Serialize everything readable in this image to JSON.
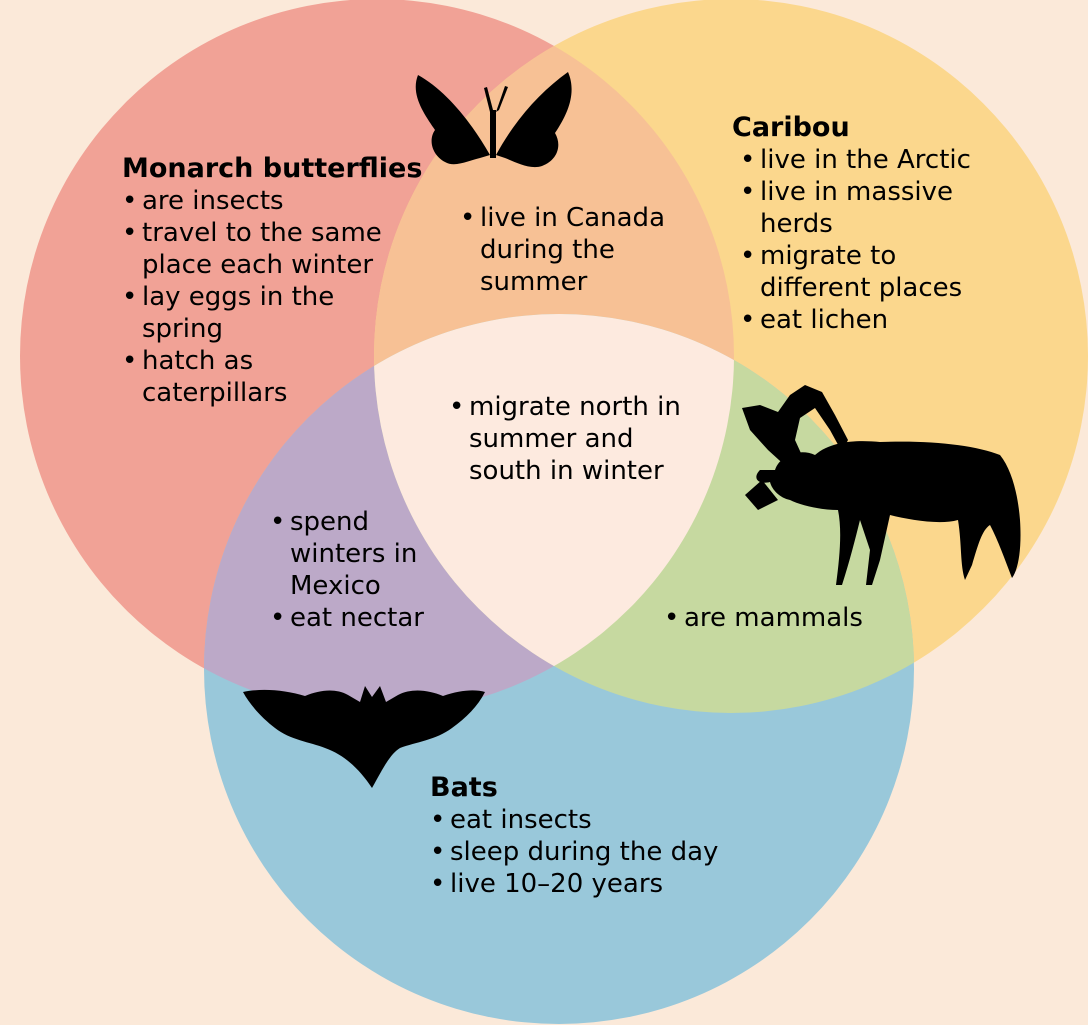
{
  "colors": {
    "background": "#fbe9d9",
    "butterflies": "#f1a296",
    "caribou": "#fbd78d",
    "bats": "#99c8da",
    "butterflies_caribou": "#f7c195",
    "butterflies_bats": "#bca9c8",
    "caribou_bats": "#c6d9a0",
    "center": "#fdeadf"
  },
  "icons": [
    "butterfly-icon",
    "caribou-icon",
    "bat-icon"
  ],
  "butterflies": {
    "title": "Monarch butterflies",
    "items": [
      "are insects",
      "travel to the same place each winter",
      "lay eggs in the spring",
      "hatch as caterpillars"
    ]
  },
  "caribou": {
    "title": "Caribou",
    "items": [
      "live in the Arctic",
      "live in massive herds",
      "migrate to different places",
      "eat lichen"
    ]
  },
  "bats": {
    "title": "Bats",
    "items": [
      "eat insects",
      "sleep during the day",
      "live 10–20 years"
    ]
  },
  "butterflies_caribou": {
    "items": [
      "live in Canada during the summer"
    ]
  },
  "butterflies_bats": {
    "items": [
      "spend winters in Mexico",
      "eat nectar"
    ]
  },
  "caribou_bats": {
    "items": [
      "are mammals"
    ]
  },
  "center": {
    "items": [
      "migrate north in summer and south in winter"
    ]
  }
}
